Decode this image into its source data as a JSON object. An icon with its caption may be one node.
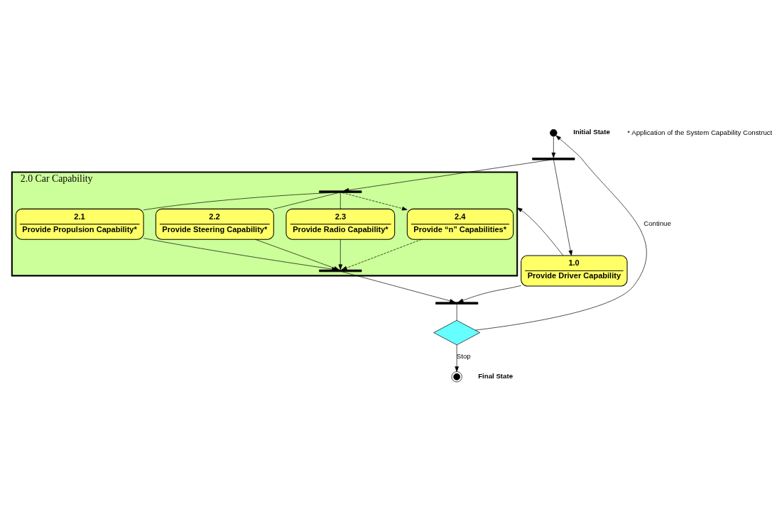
{
  "diagram": {
    "nodes": [
      {
        "text": [],
        "shape": "circle",
        "beside": [
          "Initial State"
        ]
      },
      {
        "text": [],
        "shape": "bar"
      },
      {
        "text": [
          "2.0 Car Capability"
        ]
      },
      {
        "text": [
          "1.0",
          "Provide Driver Capability"
        ]
      },
      {
        "text": [],
        "shape": "bar",
        "in": 2
      },
      {
        "text": [
          "2.1",
          "Provide Propulsion Capability*"
        ],
        "in": 2
      },
      {
        "text": [
          "2.2",
          "Provide Steering Capability*"
        ],
        "in": 2
      },
      {
        "text": [
          "2.3",
          "Provide Radio Capability*"
        ],
        "in": 2
      },
      {
        "text": [
          "2.4",
          "Provide “n” Capabilities*"
        ],
        "in": 2
      },
      {
        "text": [],
        "shape": "bar",
        "in": 2
      },
      {
        "text": [],
        "shape": "bar"
      },
      {
        "text": [],
        "shape": "diamond"
      },
      {
        "text": [],
        "shape": "circle",
        "beside": [
          "Final State"
        ]
      }
    ],
    "edges": [
      {
        "from": 0,
        "to": 1,
        "arrow": "to"
      },
      {
        "from": 1,
        "to": 3,
        "arrow": "to"
      },
      {
        "from": 1,
        "to": 4,
        "arrow": "to"
      },
      {
        "from": 4,
        "to": 5,
        "arrow": "none"
      },
      {
        "from": 4,
        "to": 6,
        "arrow": "none"
      },
      {
        "from": 4,
        "to": 7,
        "arrow": "none"
      },
      {
        "from": 4,
        "to": 8,
        "arrow": "to",
        "style": "dashed"
      },
      {
        "from": 3,
        "to": 2,
        "arrow": "to"
      },
      {
        "from": 5,
        "to": 9,
        "arrow": "to"
      },
      {
        "from": 6,
        "to": 9,
        "arrow": "to"
      },
      {
        "from": 7,
        "to": 9,
        "arrow": "to"
      },
      {
        "from": 8,
        "to": 9,
        "arrow": "to",
        "style": "dashed"
      },
      {
        "from": 9,
        "to": 10,
        "arrow": "to"
      },
      {
        "from": 3,
        "to": 10,
        "arrow": "to"
      },
      {
        "from": 10,
        "to": 11,
        "arrow": "none"
      },
      {
        "from": 11,
        "to": 12,
        "arrow": "to",
        "label": "Stop"
      },
      {
        "from": 11,
        "to": 0,
        "arrow": "to",
        "label": "Continue"
      }
    ],
    "labels": [
      "* Application of the System Capability Construct"
    ]
  }
}
